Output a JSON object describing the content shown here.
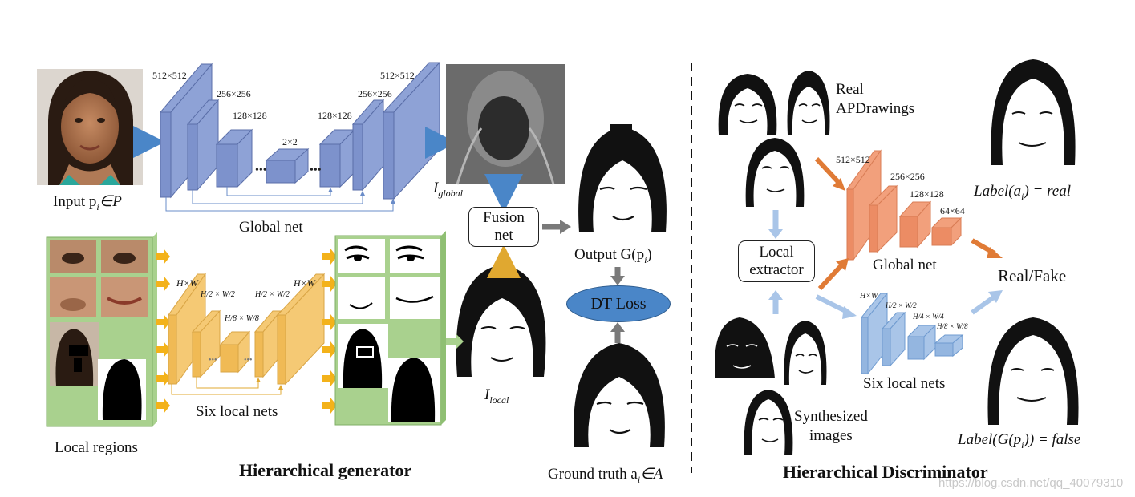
{
  "generator": {
    "title": "Hierarchical generator",
    "input_label": "Input p",
    "input_sub": "i",
    "input_set": "∈P",
    "global_net_label": "Global net",
    "global_sizes": [
      "512×512",
      "256×256",
      "128×128",
      "2×2",
      "128×128",
      "256×256",
      "512×512"
    ],
    "i_global": "I",
    "i_global_sub": "global",
    "fusion_net": [
      "Fusion",
      "net"
    ],
    "output_label": "Output G(p",
    "output_sub": "i",
    "output_end": ")",
    "dt_loss": "DT Loss",
    "ground_truth": "Ground truth a",
    "ground_truth_sub": "i",
    "ground_truth_set": "∈A",
    "i_local": "I",
    "i_local_sub": "local",
    "local_regions": "Local regions",
    "six_local_nets": "Six local nets",
    "local_sizes": [
      "H×W",
      "H/2 × W/2",
      "H/8 × W/8",
      "H/2 × W/2",
      "H×W"
    ]
  },
  "discriminator": {
    "title": "Hierarchical Discriminator",
    "real_label": [
      "Real",
      "APDrawings"
    ],
    "global_sizes": [
      "512×512",
      "256×256",
      "128×128",
      "64×64"
    ],
    "global_net_label": "Global net",
    "local_extractor": [
      "Local",
      "extractor"
    ],
    "local_sizes": [
      "H×W",
      "H/2 × W/2",
      "H/4 × W/4",
      "H/8 × W/8"
    ],
    "six_local_nets": "Six local nets",
    "synth_label": [
      "Synthesized",
      "images"
    ],
    "real_fake": "Real/Fake",
    "label_real": "Label(a",
    "label_real_sub": "i",
    "label_real_end": ") = real",
    "label_false": "Label(G(p",
    "label_false_sub": "i",
    "label_false_end": ")) = false"
  },
  "watermark": "https://blog.csdn.net/qq_40079310",
  "colors": {
    "global_block": "#8ea2d6",
    "local_block": "#f5c974",
    "disc_global": "#f2a07c",
    "disc_local": "#a9c5e8",
    "yellow_arrow": "#f3b21a",
    "blue_arrow": "#4a86c8",
    "orange_arrow": "#e07b36",
    "green_panel": "#a9d18e",
    "dt_loss": "#4a86c8"
  }
}
